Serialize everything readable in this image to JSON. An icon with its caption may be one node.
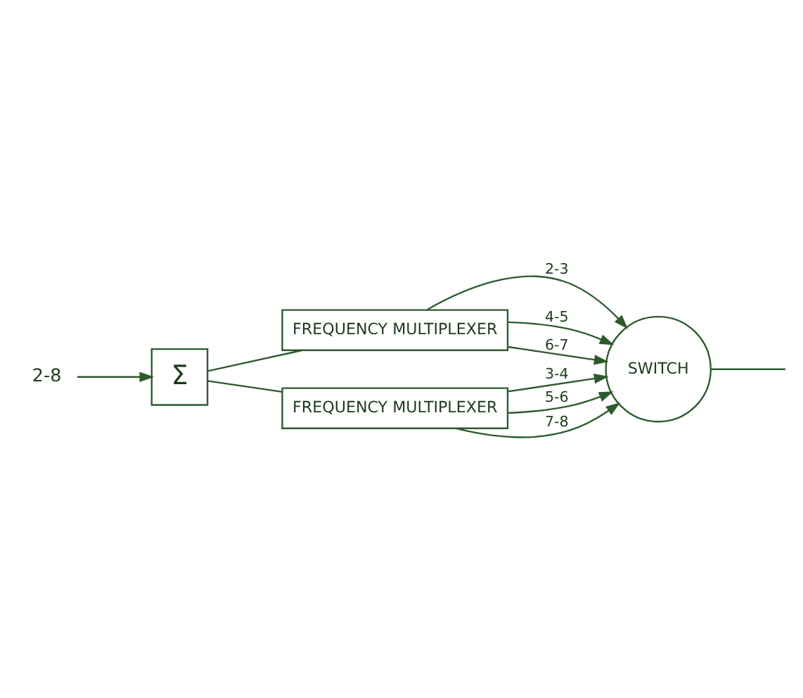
{
  "diagram": {
    "nodes": [
      {
        "text": [
          "FREQUENCY MULTIPLEXER"
        ]
      },
      {
        "text": [
          "2-8"
        ]
      },
      {
        "text": [
          "Σ"
        ]
      },
      {
        "text": [
          "SWITCH"
        ]
      },
      {
        "text": [
          "FREQUENCY MULTIPLEXER"
        ]
      }
    ],
    "edges": [
      {
        "from": 1,
        "to": 2,
        "arrow": "to"
      },
      {
        "from": 2,
        "to": 0,
        "arrow": "none"
      },
      {
        "from": 2,
        "to": 4,
        "arrow": "none"
      },
      {
        "from": 0,
        "to": 3,
        "arrow": "to",
        "label": "2-3"
      },
      {
        "from": 0,
        "to": 3,
        "arrow": "to",
        "label": "4-5"
      },
      {
        "from": 0,
        "to": 3,
        "arrow": "to",
        "label": "6-7"
      },
      {
        "from": 4,
        "to": 3,
        "arrow": "to",
        "label": "3-4"
      },
      {
        "from": 4,
        "to": 3,
        "arrow": "to",
        "label": "5-6"
      },
      {
        "from": 4,
        "to": 3,
        "arrow": "to",
        "label": "7-8"
      },
      {
        "from": 3,
        "to": null,
        "arrow": "none"
      }
    ]
  }
}
